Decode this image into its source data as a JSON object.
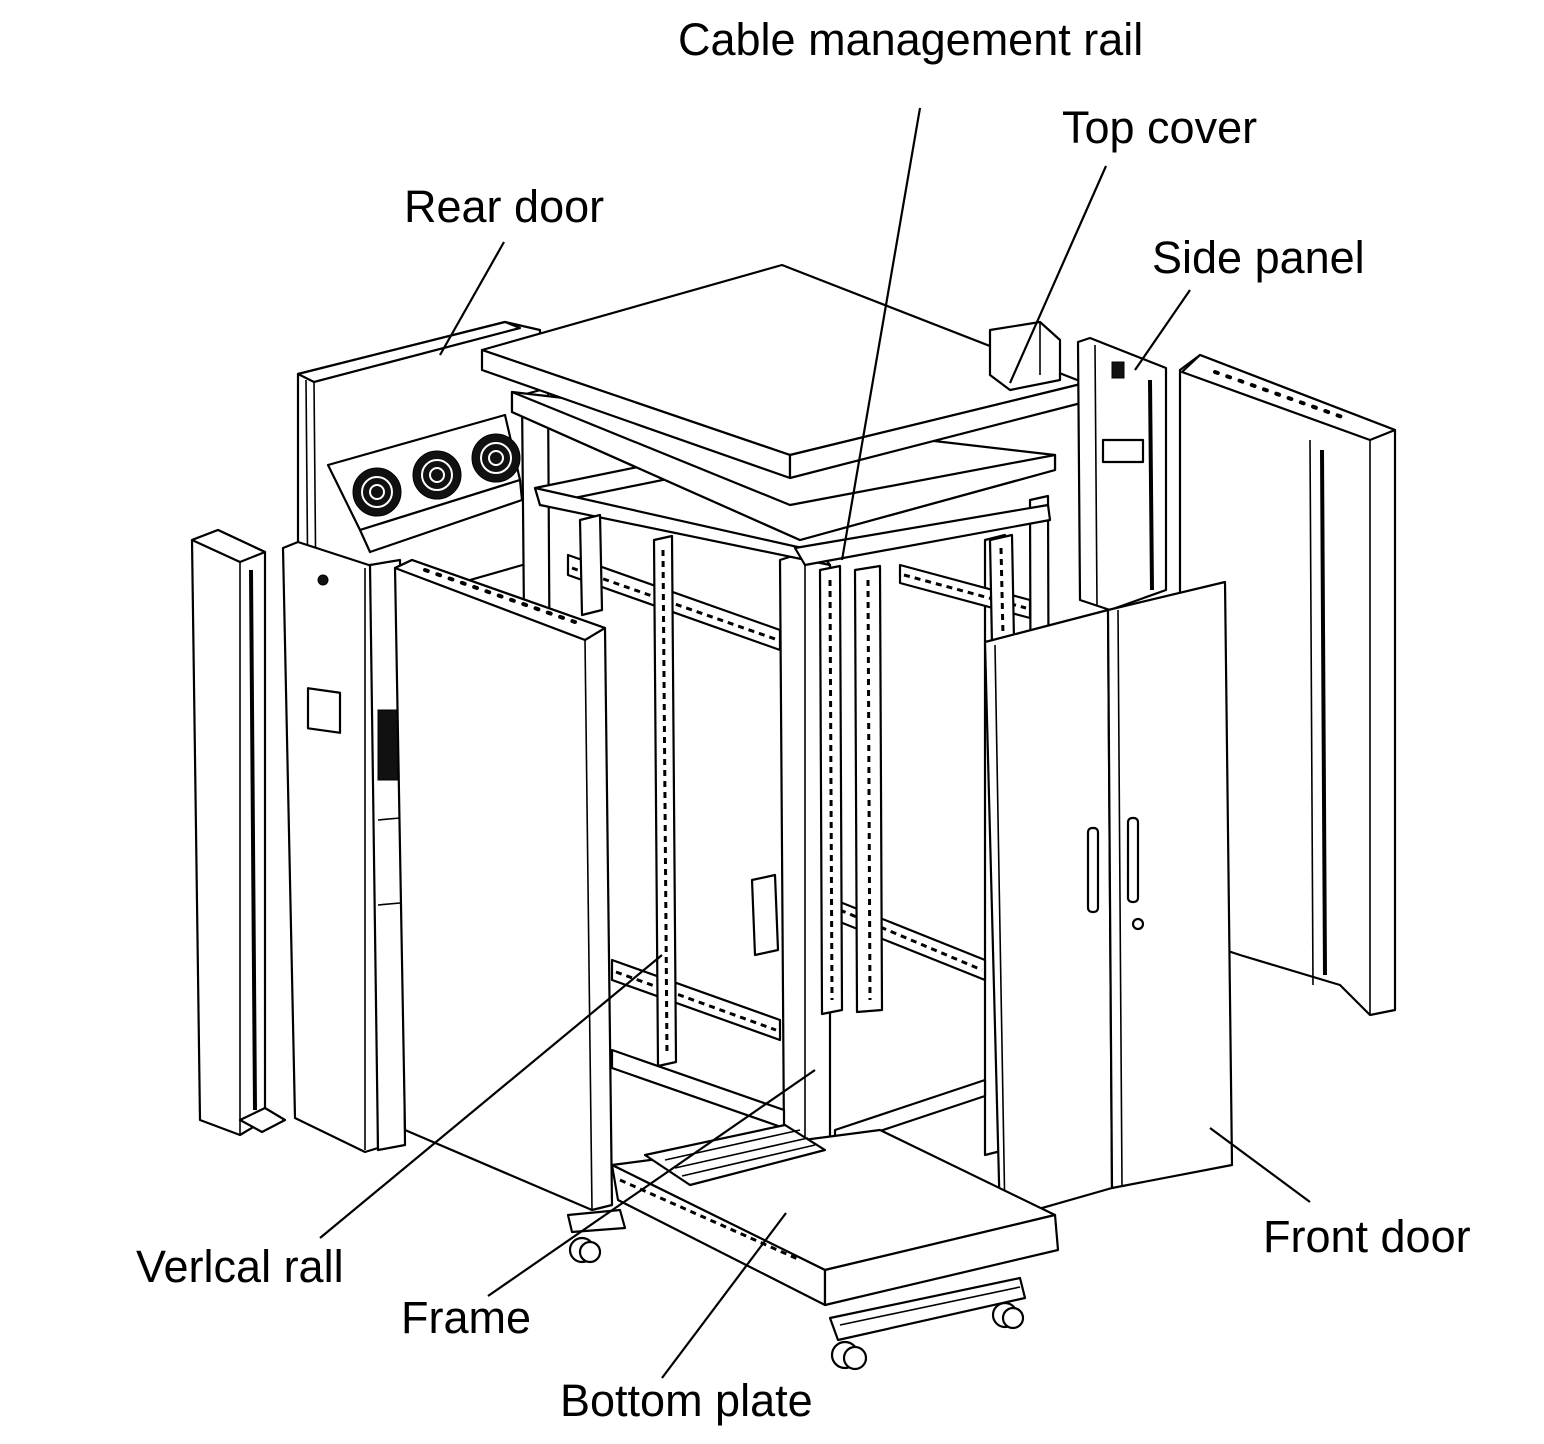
{
  "diagram": {
    "title": "Server cabinet exploded view",
    "background_color": "#ffffff",
    "line_color": "#000000",
    "labels": {
      "cable_management_rail": "Cable management rail",
      "top_cover": "Top cover",
      "rear_door": "Rear door",
      "side_panel": "Side panel",
      "vertical_rail": "Verlcal rall",
      "front_door": "Front door",
      "frame": "Frame",
      "bottom_plate": "Bottom plate"
    },
    "components": [
      "rear-door",
      "rear-fan-tray",
      "top-cover",
      "cable-management-rail",
      "frame",
      "vertical-rail",
      "left-side-panel",
      "left-narrow-panel",
      "right-side-panel",
      "right-narrow-panel",
      "front-door-left-leaf",
      "front-door-right-leaf",
      "bottom-plate",
      "casters"
    ],
    "fan_count": 3
  }
}
